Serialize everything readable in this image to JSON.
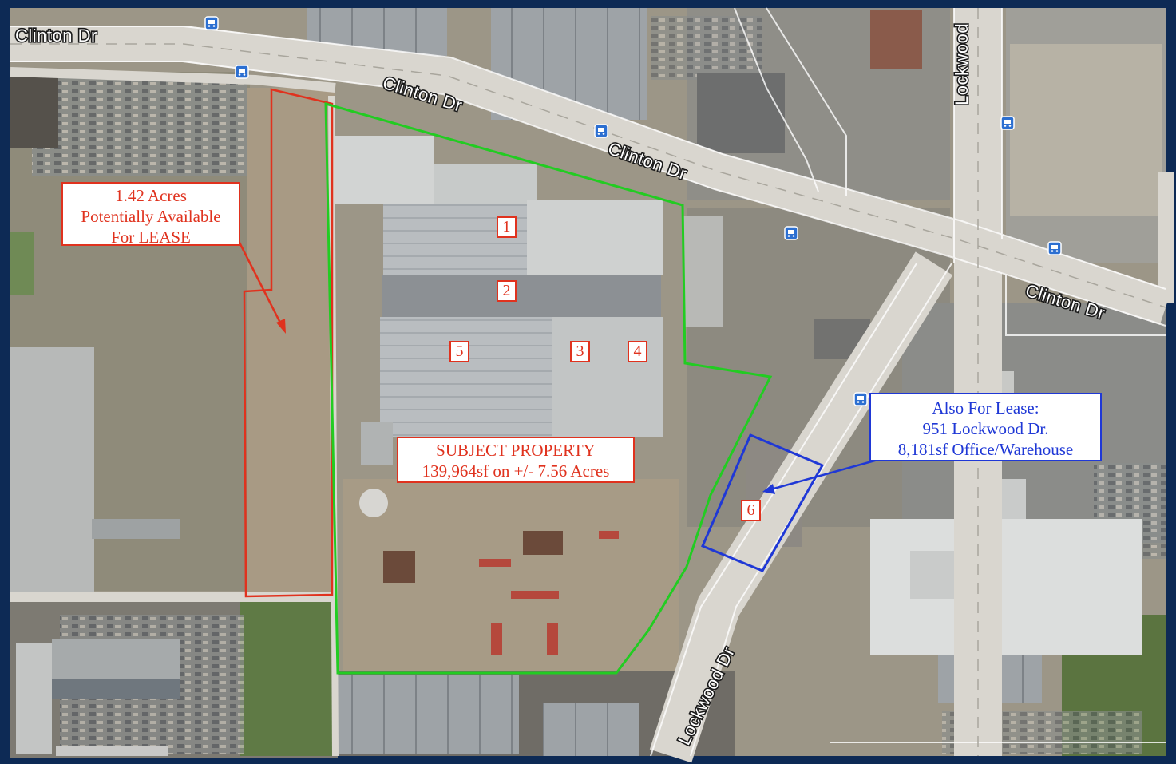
{
  "roads": {
    "clinton_1": "Clinton Dr",
    "clinton_2": "Clinton Dr",
    "clinton_3": "Clinton Dr",
    "clinton_4": "Clinton Dr",
    "lockwood_1": "Lockwood",
    "lockwood_2": "Lockwood Dr"
  },
  "lease_callout": {
    "line1": "1.42 Acres",
    "line2": "Potentially Available",
    "line3": "For LEASE",
    "color": "#e0321e"
  },
  "subject_callout": {
    "line1": "SUBJECT PROPERTY",
    "line2": "139,964sf on +/- 7.56 Acres",
    "color": "#e0321e"
  },
  "also_callout": {
    "line1": "Also For Lease:",
    "line2": "951 Lockwood Dr.",
    "line3": "8,181sf Office/Warehouse",
    "color": "#1f38d6"
  },
  "markers": [
    "1",
    "2",
    "3",
    "4",
    "5",
    "6"
  ],
  "colors": {
    "subject_boundary": "#22cc22",
    "lease_boundary": "#e0321e",
    "also_boundary": "#1f38d6",
    "frame": "#0d2a55"
  },
  "icons": [
    "bus-stop-icon"
  ]
}
